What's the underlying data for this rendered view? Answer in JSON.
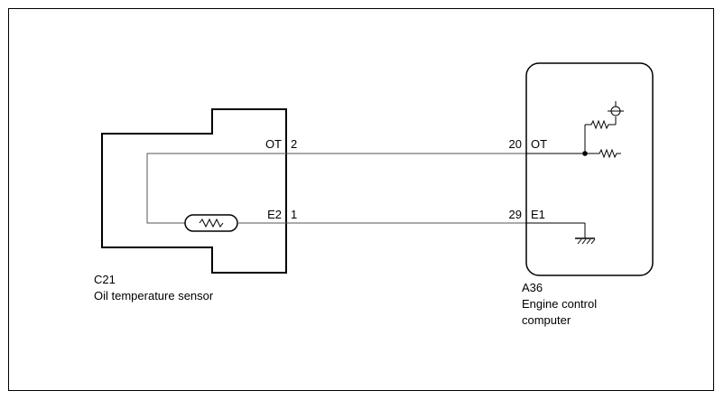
{
  "sensor": {
    "code": "C21",
    "name": "Oil temperature sensor",
    "pins": [
      {
        "label": "OT",
        "number": "2"
      },
      {
        "label": "E2",
        "number": "1"
      }
    ]
  },
  "ecu": {
    "code": "A36",
    "name_line1": "Engine control",
    "name_line2": "computer",
    "pins": [
      {
        "number": "20",
        "label": "OT"
      },
      {
        "number": "29",
        "label": "E1"
      }
    ]
  },
  "colors": {
    "line": "#000000",
    "wire": "#555555",
    "background": "#ffffff"
  }
}
